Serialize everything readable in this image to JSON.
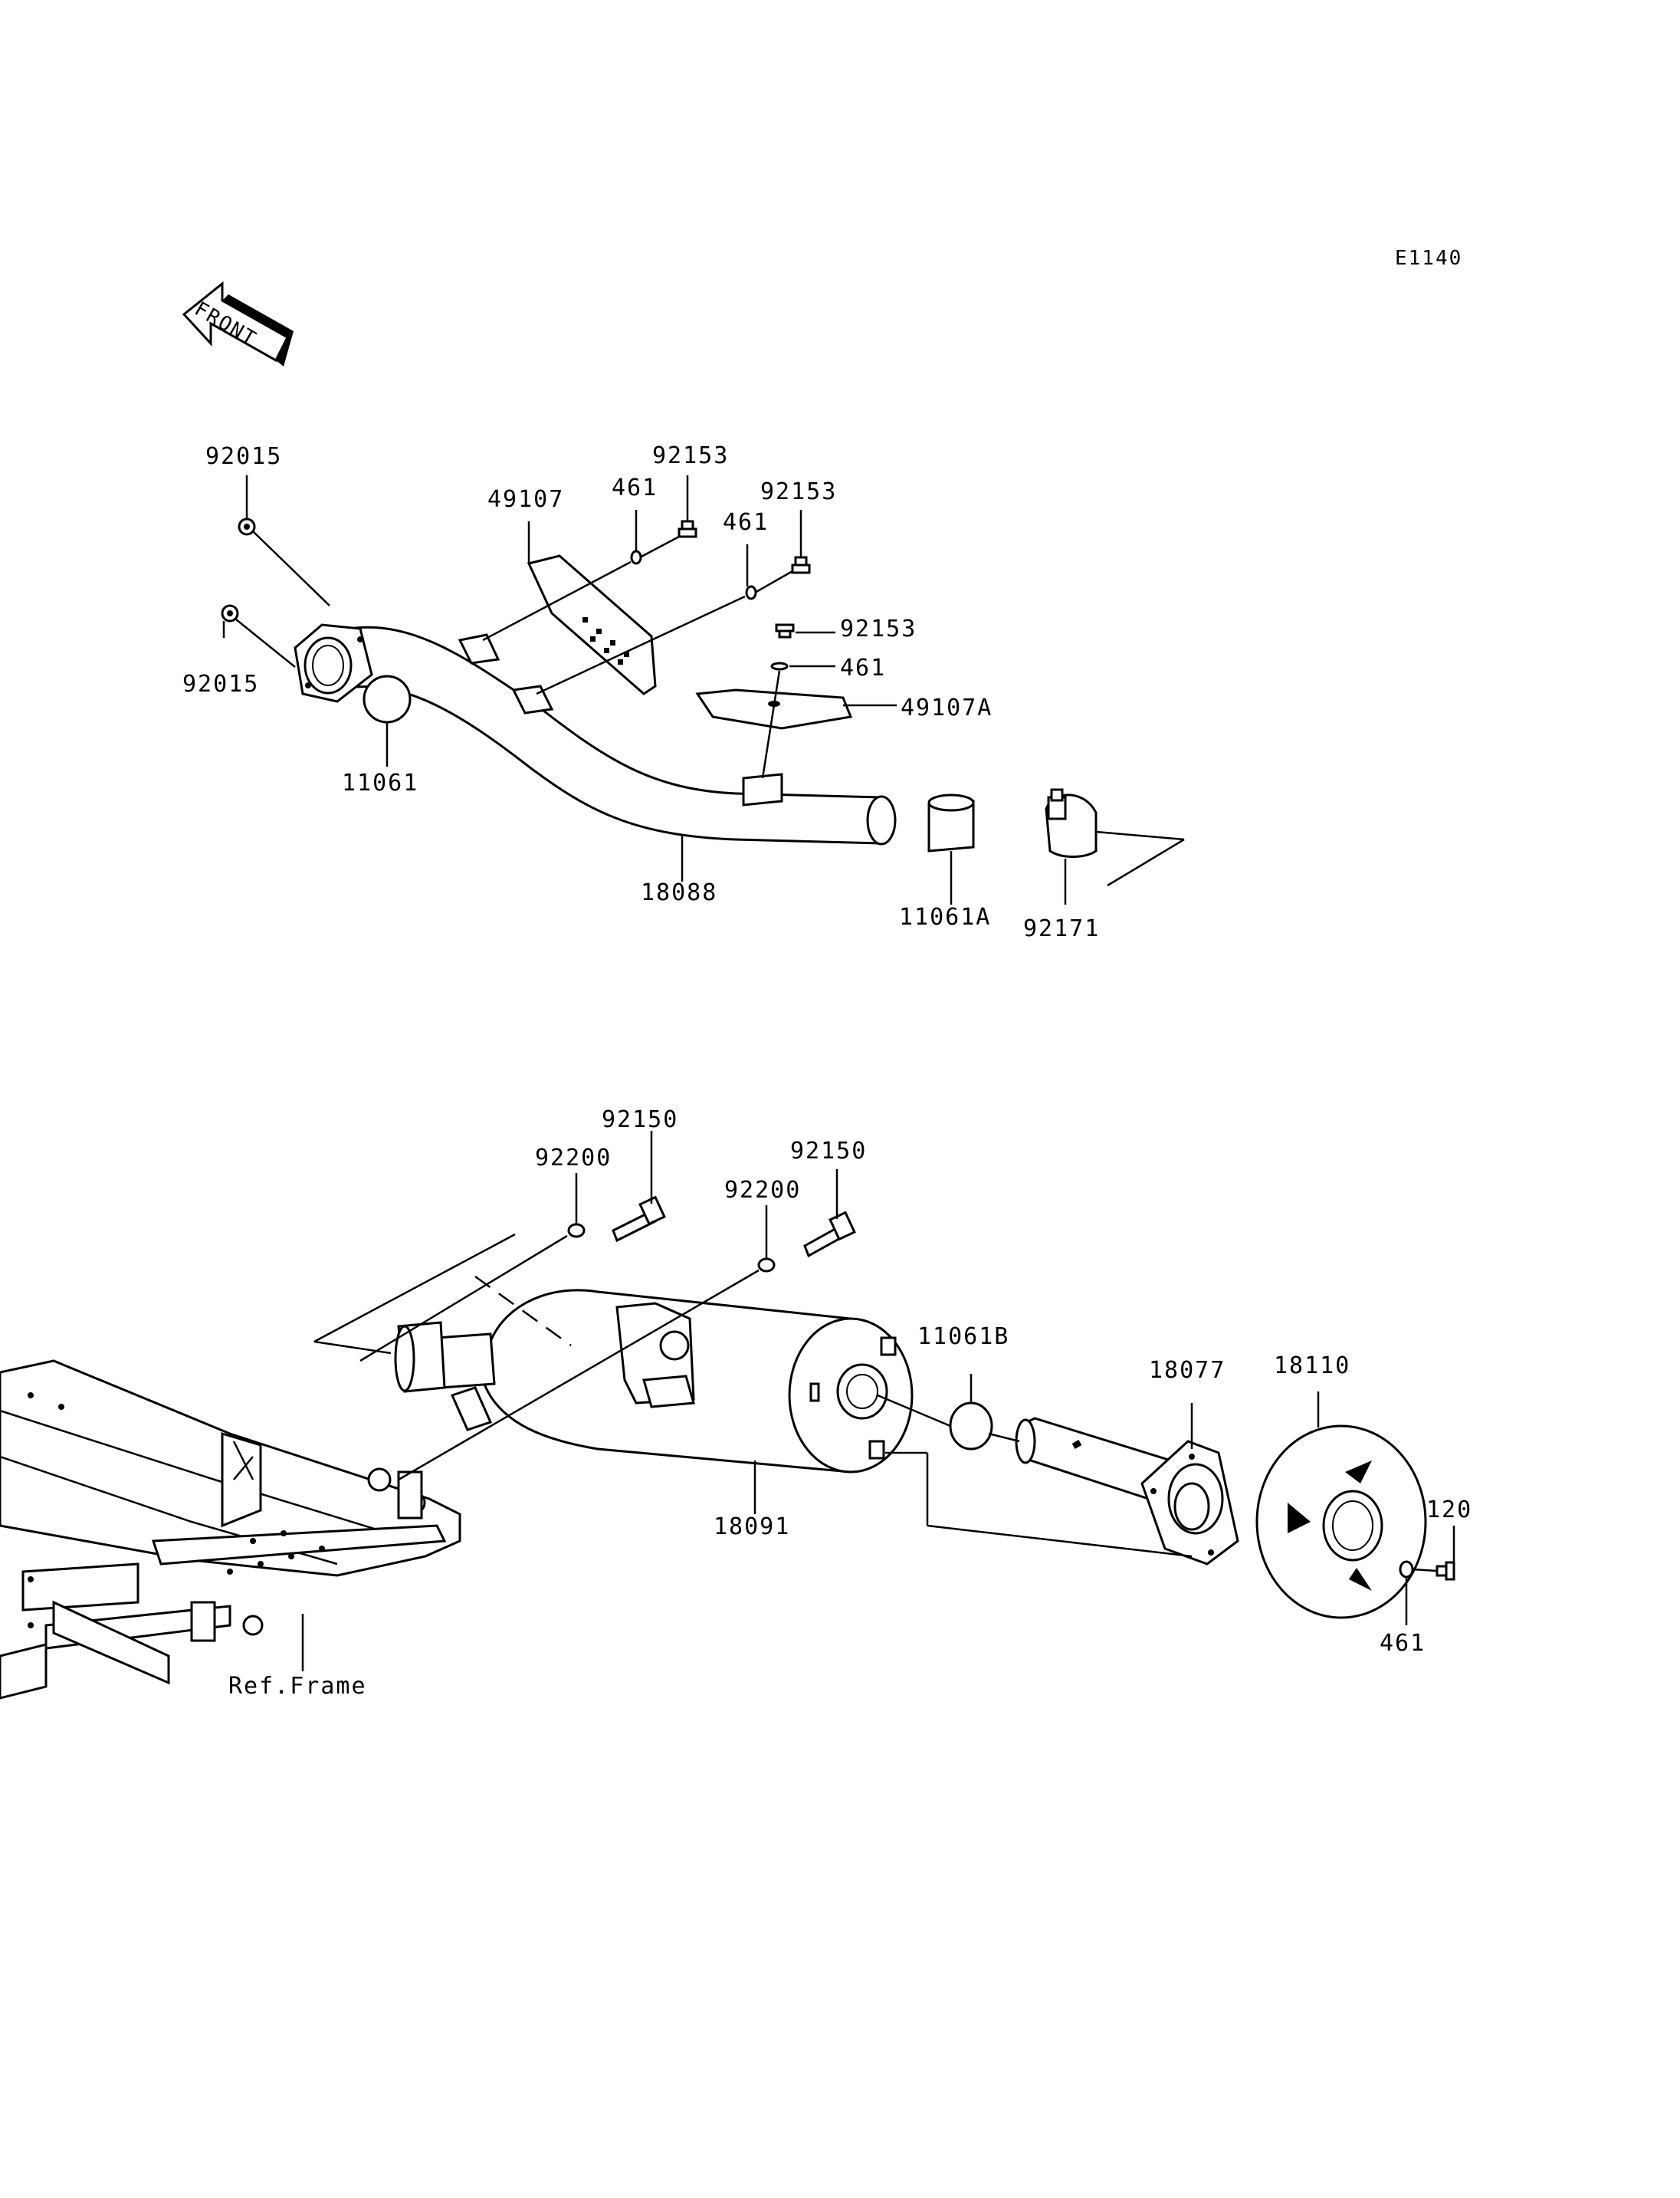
{
  "diagram_code": "E1140",
  "front_label": "FRONT",
  "labels": {
    "p92015_a": "92015",
    "p92015_b": "92015",
    "p49107": "49107",
    "p461_a": "461",
    "p92153_a": "92153",
    "p92153_b": "92153",
    "p461_b": "461",
    "p92153_c": "92153",
    "p461_c": "461",
    "p49107A": "49107A",
    "p11061": "11061",
    "p18088": "18088",
    "p11061A": "11061A",
    "p92171": "92171",
    "p92150_a": "92150",
    "p92200_a": "92200",
    "p92150_b": "92150",
    "p92200_b": "92200",
    "p11061B": "11061B",
    "p18077": "18077",
    "p18110": "18110",
    "p120": "120",
    "p18091": "18091",
    "p461_d": "461",
    "ref_frame": "Ref.Frame"
  }
}
